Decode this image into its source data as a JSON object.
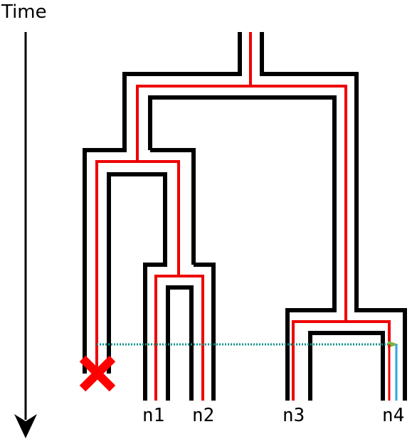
{
  "time_axis": {
    "label": "Time"
  },
  "leaves": [
    {
      "id": "n1",
      "label": "n1"
    },
    {
      "id": "n2",
      "label": "n2"
    },
    {
      "id": "n3",
      "label": "n3"
    },
    {
      "id": "n4",
      "label": "n4"
    }
  ],
  "colors": {
    "species_tree": "#000000",
    "gene_tree": "#ee0000",
    "transfer": "#0e9488",
    "transfer_arrow": "#7cb342",
    "transferred_lineage": "#2aa7e0",
    "loss_marker": "#ff0000"
  },
  "icons": {
    "loss": "x-mark-icon",
    "time_arrow": "arrow-down-icon"
  }
}
